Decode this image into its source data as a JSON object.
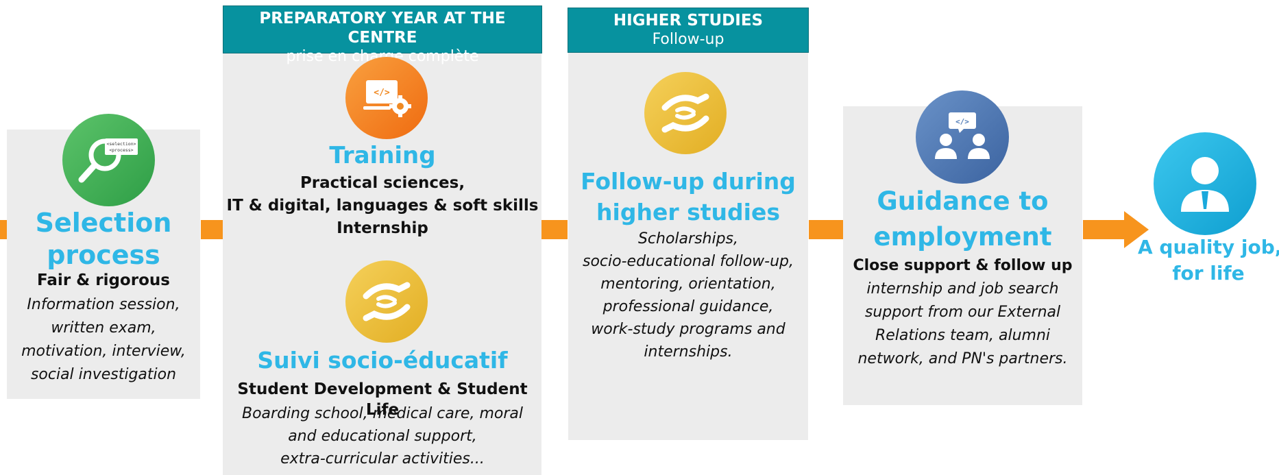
{
  "colors": {
    "teal": "#07929f",
    "title_blue": "#2fb7e6",
    "orange": "#f7941d",
    "panel_gray": "#ececec",
    "green": "#4cb95c",
    "icon_orange": "#f5831f",
    "icon_yellow": "#ecc23d",
    "icon_blue": "#4f7bb7",
    "icon_cyan": "#1cb4e0"
  },
  "selection": {
    "icon": "magnifier-code-icon",
    "badge_line1": "<selection>",
    "badge_line2": "<process>",
    "title_line1": "Selection",
    "title_line2": "process",
    "subtitle": "Fair & rigorous",
    "lines": [
      "Information session,",
      "written exam,",
      "motivation, interview,",
      "social investigation"
    ]
  },
  "prep_year": {
    "header_title": "PREPARATORY YEAR AT THE CENTRE",
    "header_sub": "prise en charge complète",
    "training": {
      "icon": "computer-gear-icon",
      "title": "Training",
      "lines": [
        "Practical sciences,",
        "IT & digital, languages & soft skills",
        "Internship"
      ]
    },
    "suivi": {
      "icon": "helping-hands-icon",
      "title": "Suivi socio-éducatif",
      "subtitle": "Student Development & Student Life",
      "lines": [
        "Boarding school, medical care, moral",
        "and educational support,",
        "extra-curricular activities..."
      ]
    }
  },
  "higher": {
    "header_title": "HIGHER STUDIES",
    "header_sub": "Follow-up",
    "icon": "helping-hands-icon",
    "title_line1": "Follow-up during",
    "title_line2": "higher studies",
    "lines": [
      "Scholarships,",
      "socio-educational follow-up,",
      "mentoring, orientation,",
      "professional guidance,",
      "work-study programs and",
      "internships."
    ]
  },
  "employment": {
    "icon": "mentoring-people-icon",
    "title_line1": "Guidance to",
    "title_line2": "employment",
    "subtitle": "Close support & follow up",
    "lines": [
      "internship and job search",
      "support from our External",
      "Relations team, alumni",
      "network, and PN's partners."
    ]
  },
  "job": {
    "icon": "professional-person-icon",
    "title_line1": "A quality job,",
    "title_line2": "for life"
  }
}
